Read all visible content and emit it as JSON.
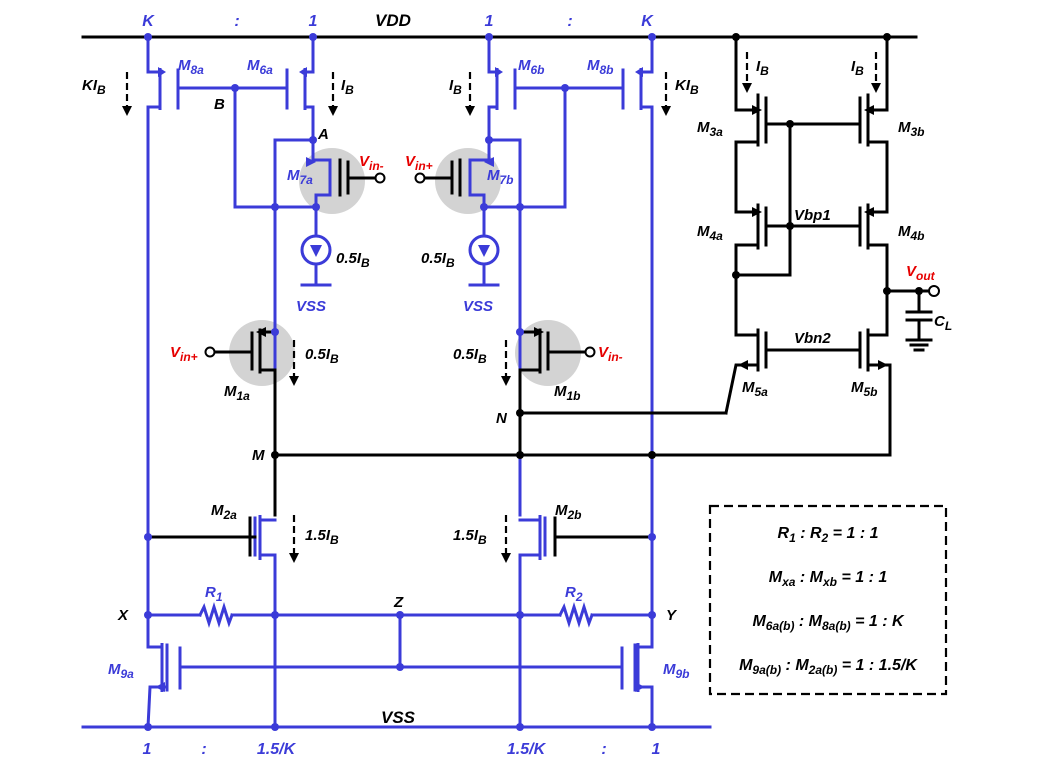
{
  "rails": {
    "vdd": "VDD",
    "vss": "VSS"
  },
  "ratios_top": {
    "k_left": "K",
    "colon_left": ":",
    "one_left": "1",
    "one_right": "1",
    "colon_right": ":",
    "k_right": "K"
  },
  "ratios_bottom": {
    "one_left": "1",
    "colon_left": ":",
    "r15_left": "1.5/K",
    "r15_right": "1.5/K",
    "colon_right": ":",
    "one_right": "1"
  },
  "transistors": {
    "m8a": {
      "main": "M",
      "sub": "8a"
    },
    "m6a": {
      "main": "M",
      "sub": "6a"
    },
    "m6b": {
      "main": "M",
      "sub": "6b"
    },
    "m8b": {
      "main": "M",
      "sub": "8b"
    },
    "m7a": {
      "main": "M",
      "sub": "7a"
    },
    "m7b": {
      "main": "M",
      "sub": "7b"
    },
    "m1a": {
      "main": "M",
      "sub": "1a"
    },
    "m1b": {
      "main": "M",
      "sub": "1b"
    },
    "m2a": {
      "main": "M",
      "sub": "2a"
    },
    "m2b": {
      "main": "M",
      "sub": "2b"
    },
    "m9a": {
      "main": "M",
      "sub": "9a"
    },
    "m9b": {
      "main": "M",
      "sub": "9b"
    },
    "m3a": {
      "main": "M",
      "sub": "3a"
    },
    "m3b": {
      "main": "M",
      "sub": "3b"
    },
    "m4a": {
      "main": "M",
      "sub": "4a"
    },
    "m4b": {
      "main": "M",
      "sub": "4b"
    },
    "m5a": {
      "main": "M",
      "sub": "5a"
    },
    "m5b": {
      "main": "M",
      "sub": "5b"
    }
  },
  "currents": {
    "kib_left": {
      "main": "KI",
      "sub": "B"
    },
    "ib_6a": {
      "main": "I",
      "sub": "B"
    },
    "ib_6b": {
      "main": "I",
      "sub": "B"
    },
    "kib_right": {
      "main": "KI",
      "sub": "B"
    },
    "ib_3a": {
      "main": "I",
      "sub": "B"
    },
    "ib_3b": {
      "main": "I",
      "sub": "B"
    },
    "src_left": {
      "main": "0.5I",
      "sub": "B"
    },
    "src_right": {
      "main": "0.5I",
      "sub": "B"
    },
    "m1a_cur": {
      "main": "0.5I",
      "sub": "B"
    },
    "m1b_cur": {
      "main": "0.5I",
      "sub": "B"
    },
    "m2a_cur": {
      "main": "1.5I",
      "sub": "B"
    },
    "m2b_cur": {
      "main": "1.5I",
      "sub": "B"
    }
  },
  "nodes": {
    "a": "A",
    "b": "B",
    "m": "M",
    "n": "N",
    "x": "X",
    "y": "Y",
    "z": "Z"
  },
  "vss_labels": {
    "left": "VSS",
    "right": "VSS"
  },
  "inputs": {
    "vin_minus_top": {
      "main": "V",
      "sub": "in-"
    },
    "vin_plus_top": {
      "main": "V",
      "sub": "in+"
    },
    "vin_plus_bot": {
      "main": "V",
      "sub": "in+"
    },
    "vin_minus_bot": {
      "main": "V",
      "sub": "in-"
    }
  },
  "output": {
    "vout": {
      "main": "V",
      "sub": "out"
    },
    "cl": {
      "main": "C",
      "sub": "L"
    }
  },
  "bias": {
    "vbp1": "Vbp1",
    "vbn2": "Vbn2"
  },
  "resistors": {
    "r1": {
      "main": "R",
      "sub": "1"
    },
    "r2": {
      "main": "R",
      "sub": "2"
    }
  },
  "legend": {
    "l1": {
      "p1": "R",
      "s1": "1",
      "p2": " : R",
      "s2": "2",
      "p3": " = 1 : 1"
    },
    "l2": {
      "p1": "M",
      "s1": "xa",
      "p2": " : M",
      "s2": "xb",
      "p3": " = 1 : 1"
    },
    "l3": {
      "p1": "M",
      "s1": "6a(b)",
      "p2": " : M",
      "s2": "8a(b)",
      "p3": " = 1 : K"
    },
    "l4": {
      "p1": "M",
      "s1": "9a(b)",
      "p2": " : M",
      "s2": "2a(b)",
      "p3": " = 1 : 1.5/K"
    }
  },
  "colors": {
    "wire_blue": "#3b3bd8",
    "wire_black": "#000000",
    "signal_red": "#e60000",
    "highlight": "#d3d3d3"
  }
}
